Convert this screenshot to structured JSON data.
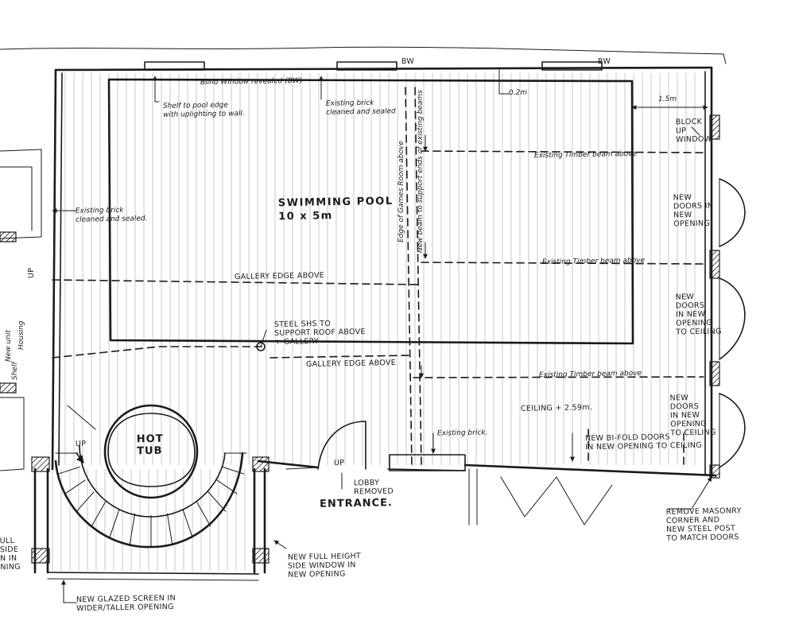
{
  "notes": {
    "blind_window": "Blind Window revealed (BW)",
    "shelf": "Shelf to pool edge\nwith uplighting to wall.",
    "existing_brick_top": "Existing brick\ncleaned and sealed",
    "bw_label_1": "BW",
    "bw_label_2": "BW",
    "dim_02": "0.2m",
    "dim_15": "1.5m",
    "block_up": "BLOCK\nUP\nWINDOW",
    "existing_brick_left": "Existing brick\ncleaned and sealed.",
    "pool_title": "SWIMMING POOL\n10 x 5m",
    "edge_games_room": "Edge of Games Room above",
    "new_beam": "New beam to support ends of existing beams",
    "beam_1": "Existing Timber beam above",
    "beam_2": "Existing Timber beam above",
    "beam_3": "Existing Timber beam above",
    "gallery_edge_1": "GALLERY EDGE ABOVE",
    "gallery_edge_2": "GALLERY EDGE ABOVE",
    "steel_shs": "STEEL SHS TO\nSUPPORT ROOF ABOVE\n+ GALLERY",
    "new_doors_1": "NEW\nDOORS IN\nNEW\nOPENING",
    "new_doors_2": "NEW\nDOORS\nIN NEW\nOPENING\nTO CEILING",
    "new_doors_3": "NEW\nDOORS\nIN NEW\nOPENING\nTO CEILING",
    "ceiling": "CEILING + 2.59m.",
    "hot_tub": "HOT\nTUB",
    "up_stairs": "UP",
    "up_lobby": "UP",
    "up_left": "UP",
    "existing_brick_mid": "Existing brick.",
    "bifold": "NEW BI-FOLD DOORS\nIN NEW OPENING TO CEILING",
    "lobby_removed": "LOBBY\nREMOVED",
    "entrance": "ENTRANCE.",
    "remove_masonry": "REMOVE MASONRY\nCORNER AND\nNEW STEEL POST\nTO MATCH DOORS",
    "new_full_height": "NEW FULL HEIGHT\nSIDE WINDOW IN\nNEW OPENING",
    "new_glazed": "NEW GLAZED SCREEN IN\nWIDER/TALLER OPENING",
    "new_unit": "New unit",
    "housing": "Housing",
    "shelf_left": "Shelf",
    "left_edge_text": "ULL\nSIDE\nN IN\nNING"
  }
}
